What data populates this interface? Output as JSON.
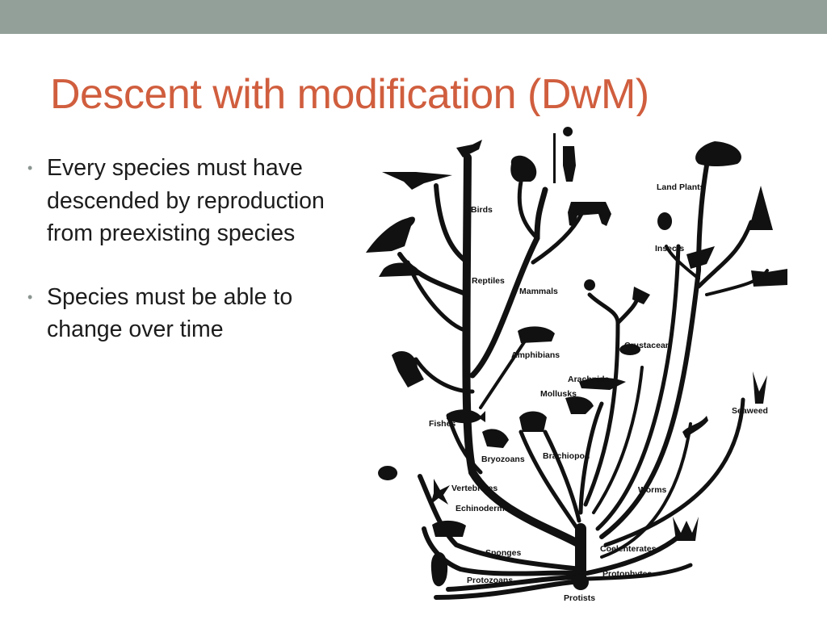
{
  "slide": {
    "title": "Descent with modification (DwM)",
    "accent_color": "#d05e3e",
    "topbar_color": "#939f99",
    "bullets": [
      "Every species must have descended by reproduction from preexisting species",
      "Species must be able to change over time"
    ]
  },
  "tree": {
    "labels": {
      "land_plants": "Land Plants",
      "birds": "Birds",
      "insects": "Insects",
      "reptiles": "Reptiles",
      "mammals": "Mammals",
      "amphibians": "Amphibians",
      "crustacean": "Crustacean",
      "arachnids": "Arachnids",
      "mollusks": "Mollusks",
      "fishes": "Fishes",
      "seaweed": "Seaweed",
      "bryozoans": "Bryozoans",
      "brachiopod": "Brachiopod",
      "vertebrates": "Vertebrates",
      "worms": "Worms",
      "echinoderms": "Echinoderms",
      "coelenterates": "Coelenterates",
      "sponges": "Sponges",
      "protophytes": "Protophytes",
      "protozoans": "Protozoans",
      "protists": "Protists"
    },
    "icons": [
      "bird-icon",
      "pterosaur-icon",
      "gorilla-icon",
      "human-icon",
      "zebra-icon",
      "dinosaur-icon",
      "turtle-icon",
      "frog-icon",
      "shark-icon",
      "fish-icon",
      "beetle-icon",
      "spider-icon",
      "scorpion-icon",
      "crab-icon",
      "snail-icon",
      "trilobite-icon",
      "shell-icon",
      "bryozoan-icon",
      "starfish-icon",
      "coral-icon",
      "worm-icon",
      "sponge-icon",
      "protozoan-icon",
      "tree-icon",
      "fern-icon",
      "conifer-icon",
      "seaweed-icon",
      "coelenterate-icon"
    ]
  }
}
